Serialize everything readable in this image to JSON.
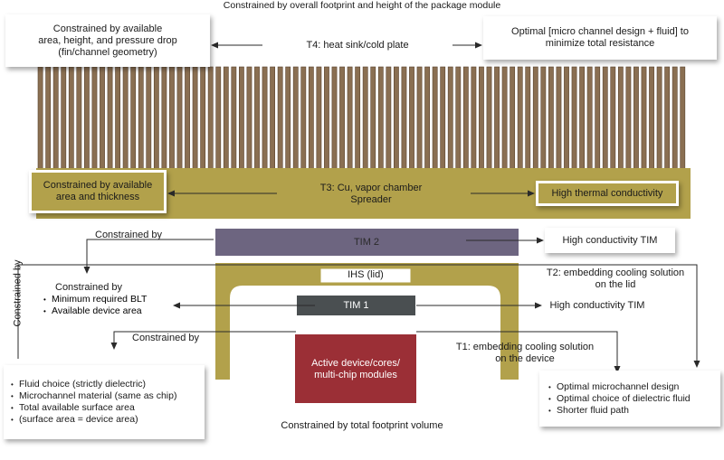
{
  "top_caption": "Constrained by overall footprint and height of the package module",
  "bottom_caption": "Constrained by total footprint volume",
  "t4": {
    "label": "T4: heat sink/cold plate",
    "left_box": [
      "Constrained by available",
      "area, height, and pressure drop",
      "(fin/channel geometry)"
    ],
    "right_box": [
      "Optimal [micro channel design + fluid] to",
      "minimize total resistance"
    ]
  },
  "t3": {
    "label_line1": "T3: Cu, vapor chamber",
    "label_line2": "Spreader",
    "left_box": [
      "Constrained by available",
      "area and thickness"
    ],
    "right_box": "High thermal conductivity"
  },
  "tim2": {
    "label": "TIM 2",
    "constrained_by": "Constrained by",
    "right_label": "High conductivity TIM"
  },
  "t2": {
    "ihs_label": "IHS (lid)",
    "label_line1": "T2: embedding cooling solution",
    "label_line2": "on the lid"
  },
  "tim1": {
    "label": "TIM 1",
    "left_title": "Constrained by",
    "left_items": [
      "Minimum required BLT",
      "Available device area"
    ],
    "right_label": "High conductivity TIM"
  },
  "side_label": "Constrained by",
  "t1": {
    "constrained_by": "Constrained by",
    "label_line1": "T1: embedding cooling solution",
    "label_line2": "on the device",
    "device_line1": "Active device/cores/",
    "device_line2": "multi-chip modules",
    "left_items": [
      "Fluid choice (strictly dielectric)",
      "Microchannel material (same as chip)",
      "Total available surface area",
      "(surface area = device area)"
    ],
    "right_items": [
      "Optimal microchannel design",
      "Optimal choice of dielectric fluid",
      "Shorter fluid path"
    ]
  },
  "colors": {
    "fin": "#8a6f52",
    "fin_edge": "#5a4430",
    "spreader": "#b2a14b",
    "tim2": "#6d6580",
    "tim1": "#4a4f51",
    "device": "#9b2f36",
    "arrow": "#2a2a2a"
  }
}
